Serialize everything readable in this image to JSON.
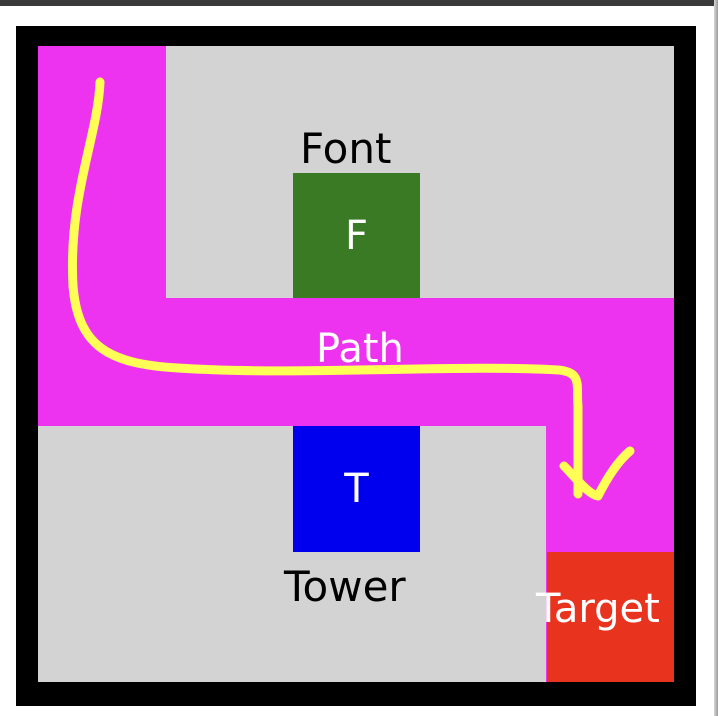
{
  "labels": {
    "font_tile": "F",
    "font_caption": "Font",
    "path_caption": "Path",
    "tower_tile": "T",
    "tower_caption": "Tower",
    "target_caption": "Target"
  },
  "colors": {
    "path": "#ee33f0",
    "wall": "#d3d3d3",
    "font_tile": "#3a7a25",
    "tower_tile": "#0000ee",
    "target_tile": "#e8341f",
    "route_arrow": "#ffff55",
    "border": "#000000"
  }
}
